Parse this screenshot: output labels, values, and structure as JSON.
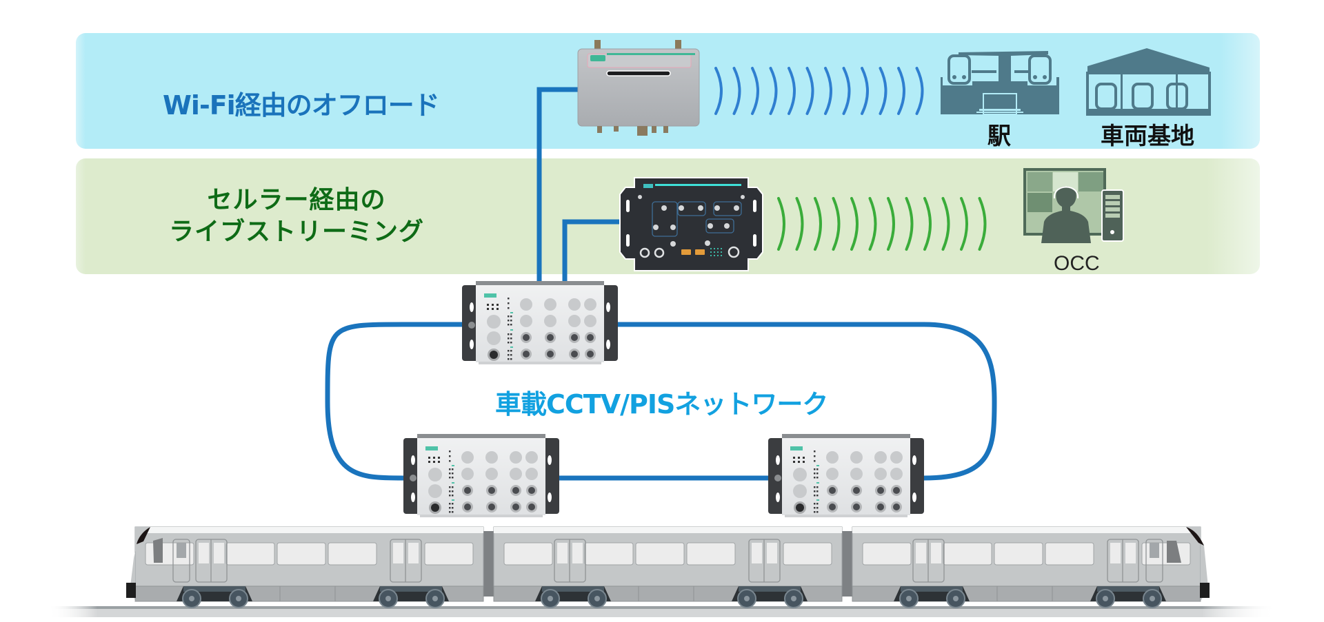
{
  "title": "車載CCTV/PIS ネットワーク構成図",
  "panels": {
    "wifi": {
      "label": "Wi-Fi経由のオフロード",
      "color": "#1a73bb",
      "background": "#b3ecf7",
      "signal_color": "#2f7fd0",
      "destinations": [
        {
          "name": "station",
          "label": "駅",
          "icon": "train-station-icon"
        },
        {
          "name": "depot",
          "label": "車両基地",
          "icon": "train-depot-icon"
        }
      ]
    },
    "cellular": {
      "label_line1": "セルラー経由の",
      "label_line2": "ライブストリーミング",
      "color": "#0e6b16",
      "background": "#ddebcd",
      "signal_color": "#3aac3a",
      "destinations": [
        {
          "name": "occ",
          "label": "OCC",
          "icon": "operator-control-center-icon"
        }
      ]
    }
  },
  "network": {
    "label": "車載CCTV/PISネットワーク",
    "color": "#12a1e0",
    "cable_color": "#1a74bd",
    "switch_count": 3
  },
  "devices": {
    "wireless_ap": "wireless-access-point",
    "cellular_gateway": "cellular-gateway",
    "ethernet_switches": [
      "switch-top",
      "switch-bottom-left",
      "switch-bottom-right"
    ]
  },
  "train": {
    "cars": 3,
    "body_color": "#c4c7c8"
  }
}
